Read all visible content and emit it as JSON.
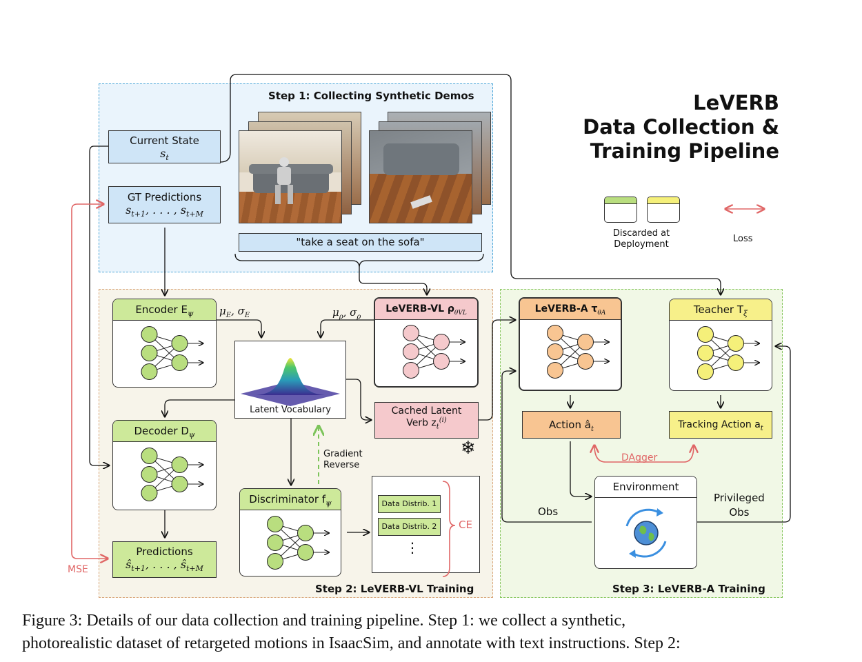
{
  "title": {
    "line1": "LeVERB",
    "line2": "Data Collection &",
    "line3": "Training Pipeline"
  },
  "legend": {
    "discarded_label_1": "Discarded at",
    "discarded_label_2": "Deployment",
    "loss_label": "Loss"
  },
  "step1": {
    "label": "Step 1: Collecting Synthetic Demos",
    "current_state": "Current State",
    "current_state_sym": "s",
    "current_state_sub": "t",
    "gt_predictions": "GT Predictions",
    "gt_predictions_math": "s",
    "gt_sub_a": "t+1",
    "gt_mid": ", . . . , s",
    "gt_sub_b": "t+M",
    "instruction": "\"take a seat on the sofa\""
  },
  "step2": {
    "label": "Step 2: LeVERB-VL Training",
    "encoder": "Encoder E",
    "encoder_sub": "ψ",
    "encoder_out": "μ",
    "encoder_out_rest": ", σ",
    "encoder_out_sub": "E",
    "decoder": "Decoder D",
    "decoder_sub": "ψ",
    "vl": "LeVERB-VL ρ",
    "vl_sub": "θVL",
    "vl_out": "μ",
    "vl_out_rest": ", σ",
    "vl_out_sub": "ρ",
    "latent_vocab": "Latent Vocabulary",
    "cached_latent_1": "Cached Latent",
    "cached_latent_2": "Verb z",
    "cached_latent_sub": "t",
    "cached_latent_sup": "(i)",
    "discriminator": "Discriminator f",
    "discriminator_sub": "ψ",
    "gradient_reverse_1": "Gradient",
    "gradient_reverse_2": "Reverse",
    "data_distrib_1": "Data Distrib. 1",
    "data_distrib_2": "Data Distrib. 2",
    "dots": "⋮",
    "ce": "CE",
    "predictions": "Predictions",
    "predictions_math": "ŝ",
    "pred_sub_a": "t+1",
    "pred_mid": ", . . . , ŝ",
    "pred_sub_b": "t+M",
    "mse": "MSE",
    "snowflake": "❄"
  },
  "step3": {
    "label": "Step 3: LeVERB-A Training",
    "leverb_a": "LeVERB-A τ",
    "leverb_a_sub": "θA",
    "teacher": "Teacher T",
    "teacher_sub": "ξ",
    "action": "Action â",
    "action_sub": "t",
    "tracking_action": "Tracking Action a",
    "tracking_action_sub": "t",
    "dagger": "DAgger",
    "environment": "Environment",
    "obs": "Obs",
    "privileged_obs_1": "Privileged",
    "privileged_obs_2": "Obs"
  },
  "caption": {
    "line1": "Figure 3:  Details of our data collection and training pipeline.  Step 1:  we collect a synthetic,",
    "line2": "photorealistic dataset of retargeted motions in IsaacSim, and annotate with text instructions. Step 2:"
  },
  "colors": {
    "step1_border": "#4aa6d8",
    "step2_border": "#d9a67a",
    "step3_border": "#86c65e",
    "loss_red": "#e06666",
    "grad_green": "#7cc45a"
  }
}
